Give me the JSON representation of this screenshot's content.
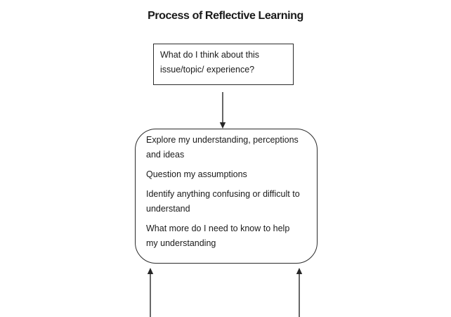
{
  "page": {
    "title": "Process of Reflective Learning"
  },
  "top_box": {
    "lines": [
      "What do I think about this",
      "issue/topic/ experience?"
    ]
  },
  "main_box": {
    "paragraphs": [
      {
        "lines": [
          "Explore my understanding, perceptions",
          "and ideas"
        ]
      },
      {
        "lines": [
          "Question my assumptions"
        ]
      },
      {
        "lines": [
          "Identify anything confusing or difficult to",
          "understand"
        ]
      },
      {
        "lines": [
          "What more do I need to know to help",
          "my understanding"
        ]
      }
    ]
  },
  "colors": {
    "background": "#ffffff",
    "text": "#1a1a1a",
    "line": "#262626"
  }
}
